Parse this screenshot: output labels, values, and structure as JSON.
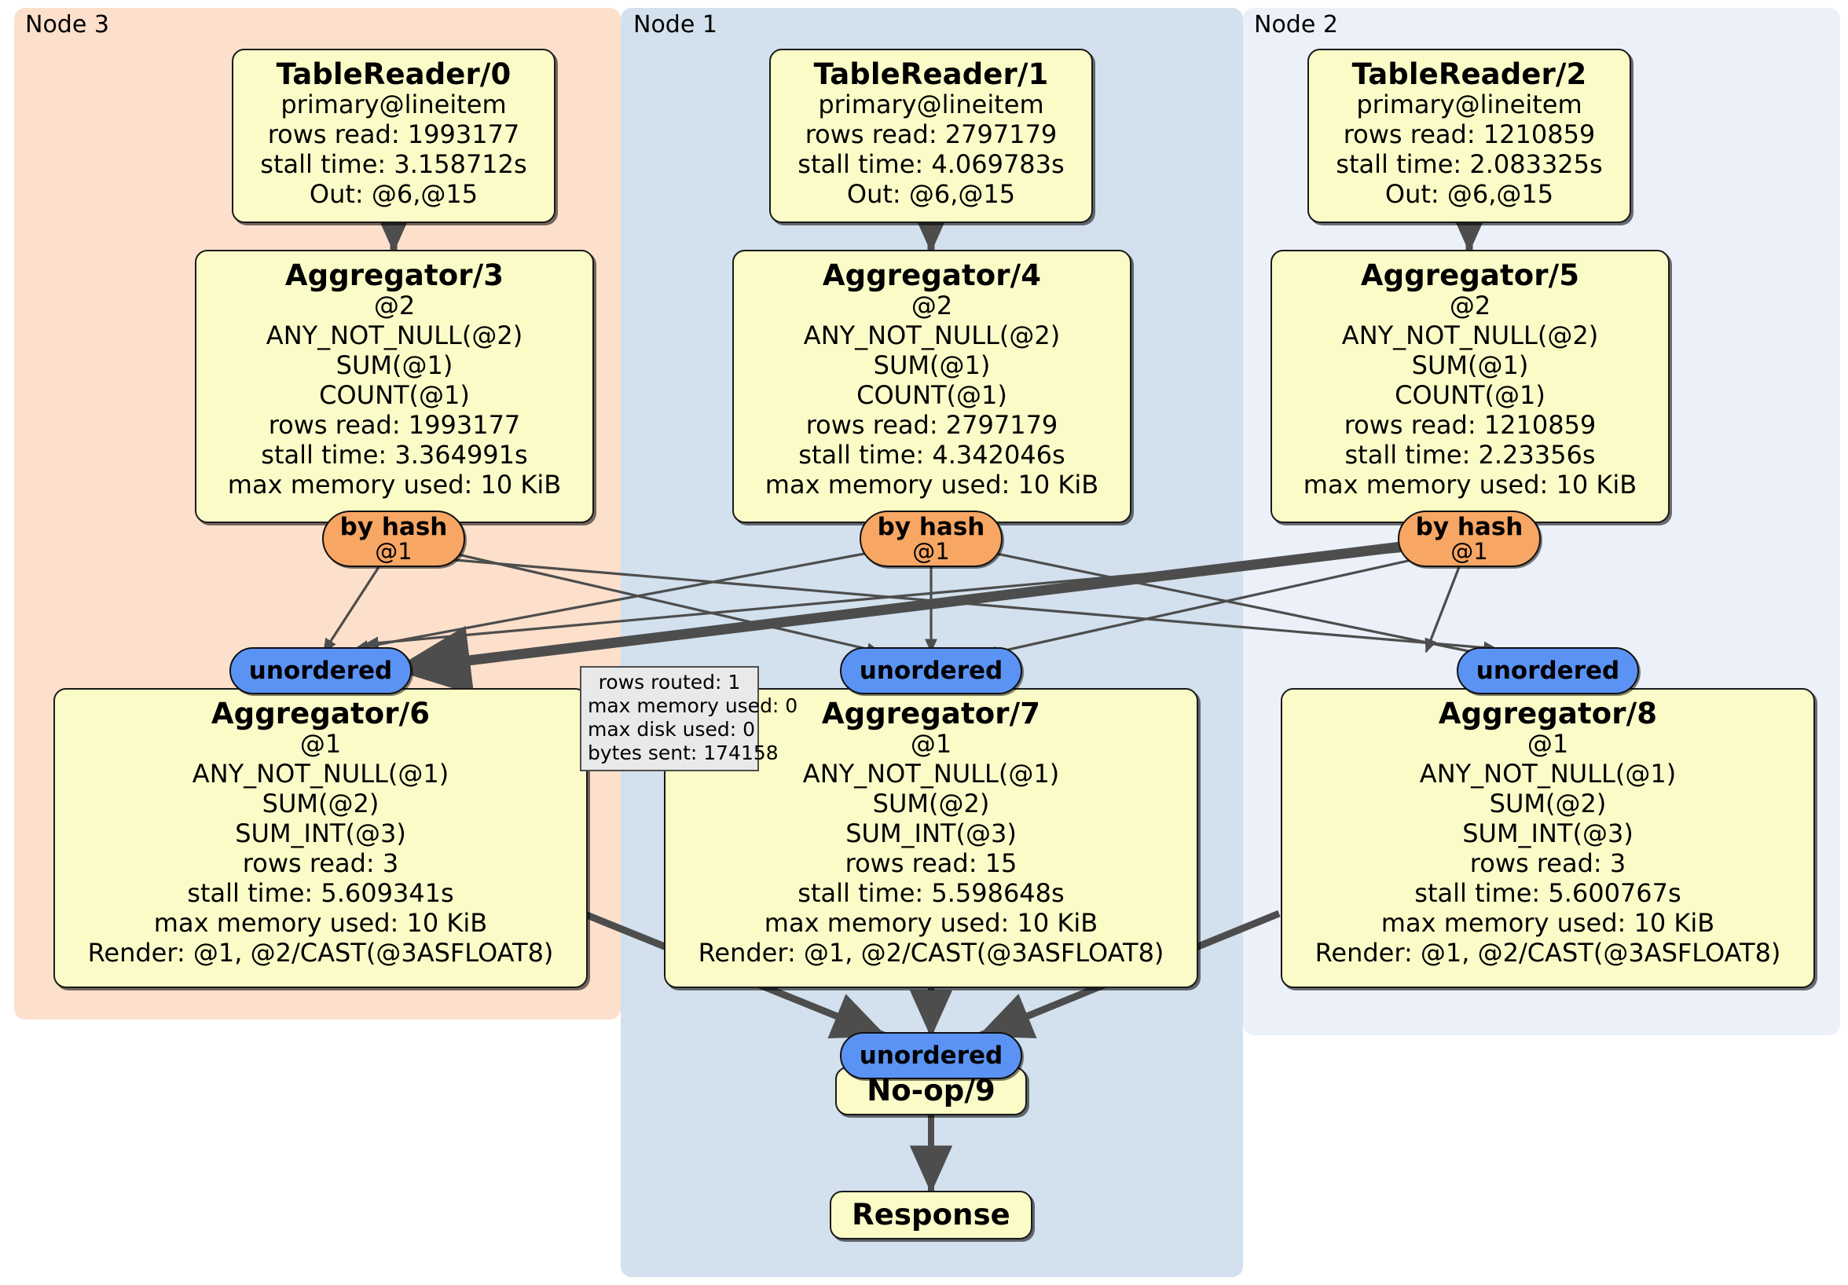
{
  "diagram": {
    "type": "distributed-query-execution-plan",
    "clusters": [
      {
        "id": "node3",
        "label": "Node 3",
        "color": "#fce0cc"
      },
      {
        "id": "node1",
        "label": "Node 1",
        "color": "#d3e0ed"
      },
      {
        "id": "node2",
        "label": "Node 2",
        "color": "#ecf0f9"
      }
    ],
    "colors": {
      "processor_fill": "#fbfbc8",
      "router_hash_fill": "#f7a664",
      "router_unordered_fill": "#5b93f5",
      "stats_fill": "#e9e9e9",
      "edge": "#4d4d4d",
      "border": "#1a1a1a"
    },
    "processors": [
      {
        "id": "tr0",
        "title": "TableReader/0",
        "lines": [
          "primary@lineitem",
          "rows read: 1993177",
          "stall time: 3.158712s",
          "Out: @6,@15"
        ]
      },
      {
        "id": "tr1",
        "title": "TableReader/1",
        "lines": [
          "primary@lineitem",
          "rows read: 2797179",
          "stall time: 4.069783s",
          "Out: @6,@15"
        ]
      },
      {
        "id": "tr2",
        "title": "TableReader/2",
        "lines": [
          "primary@lineitem",
          "rows read: 1210859",
          "stall time: 2.083325s",
          "Out: @6,@15"
        ]
      },
      {
        "id": "agg3",
        "title": "Aggregator/3",
        "lines": [
          "@2",
          "ANY_NOT_NULL(@2)",
          "SUM(@1)",
          "COUNT(@1)",
          "rows read: 1993177",
          "stall time: 3.364991s",
          "max memory used: 10 KiB"
        ]
      },
      {
        "id": "agg4",
        "title": "Aggregator/4",
        "lines": [
          "@2",
          "ANY_NOT_NULL(@2)",
          "SUM(@1)",
          "COUNT(@1)",
          "rows read: 2797179",
          "stall time: 4.342046s",
          "max memory used: 10 KiB"
        ]
      },
      {
        "id": "agg5",
        "title": "Aggregator/5",
        "lines": [
          "@2",
          "ANY_NOT_NULL(@2)",
          "SUM(@1)",
          "COUNT(@1)",
          "rows read: 1210859",
          "stall time: 2.23356s",
          "max memory used: 10 KiB"
        ]
      },
      {
        "id": "agg6",
        "title": "Aggregator/6",
        "lines": [
          "@1",
          "ANY_NOT_NULL(@1)",
          "SUM(@2)",
          "SUM_INT(@3)",
          "rows read: 3",
          "stall time: 5.609341s",
          "max memory used: 10 KiB",
          "Render: @1, @2/CAST(@3ASFLOAT8)"
        ]
      },
      {
        "id": "agg7",
        "title": "Aggregator/7",
        "lines": [
          "@1",
          "ANY_NOT_NULL(@1)",
          "SUM(@2)",
          "SUM_INT(@3)",
          "rows read: 15",
          "stall time: 5.598648s",
          "max memory used: 10 KiB",
          "Render: @1, @2/CAST(@3ASFLOAT8)"
        ]
      },
      {
        "id": "agg8",
        "title": "Aggregator/8",
        "lines": [
          "@1",
          "ANY_NOT_NULL(@1)",
          "SUM(@2)",
          "SUM_INT(@3)",
          "rows read: 3",
          "stall time: 5.600767s",
          "max memory used: 10 KiB",
          "Render: @1, @2/CAST(@3ASFLOAT8)"
        ]
      },
      {
        "id": "noop9",
        "title": "No-op/9",
        "lines": []
      },
      {
        "id": "response",
        "title": "Response",
        "lines": []
      }
    ],
    "routers": [
      {
        "id": "hash3",
        "kind": "by-hash",
        "title": "by hash",
        "sub": "@1"
      },
      {
        "id": "hash4",
        "kind": "by-hash",
        "title": "by hash",
        "sub": "@1"
      },
      {
        "id": "hash5",
        "kind": "by-hash",
        "title": "by hash",
        "sub": "@1"
      },
      {
        "id": "unord6",
        "kind": "unordered",
        "title": "unordered",
        "sub": ""
      },
      {
        "id": "unord7",
        "kind": "unordered",
        "title": "unordered",
        "sub": ""
      },
      {
        "id": "unord8",
        "kind": "unordered",
        "title": "unordered",
        "sub": ""
      },
      {
        "id": "unord9",
        "kind": "unordered",
        "title": "unordered",
        "sub": ""
      }
    ],
    "edge_stats": {
      "rows_routed": "rows routed: 1",
      "max_memory_used": "max memory used: 0",
      "max_disk_used": "max disk used: 0",
      "bytes_sent": "bytes sent: 174158"
    }
  }
}
